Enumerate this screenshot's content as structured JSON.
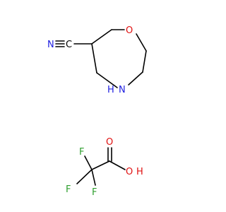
{
  "colors": {
    "bond": "#000000",
    "nitrogen": "#1f1fe0",
    "oxygen": "#e01010",
    "fluorine": "#2e9e2e"
  },
  "molecule_1": {
    "atoms": {
      "nitrile_n": "N",
      "nitrile_c": "C",
      "ring_o": "O",
      "ring_nh_n": "N",
      "ring_nh_h": "H"
    }
  },
  "molecule_2": {
    "atoms": {
      "f1": "F",
      "f2": "F",
      "f3": "F",
      "carbonyl_o": "O",
      "hydroxyl_o": "O",
      "hydroxyl_h": "H"
    }
  }
}
